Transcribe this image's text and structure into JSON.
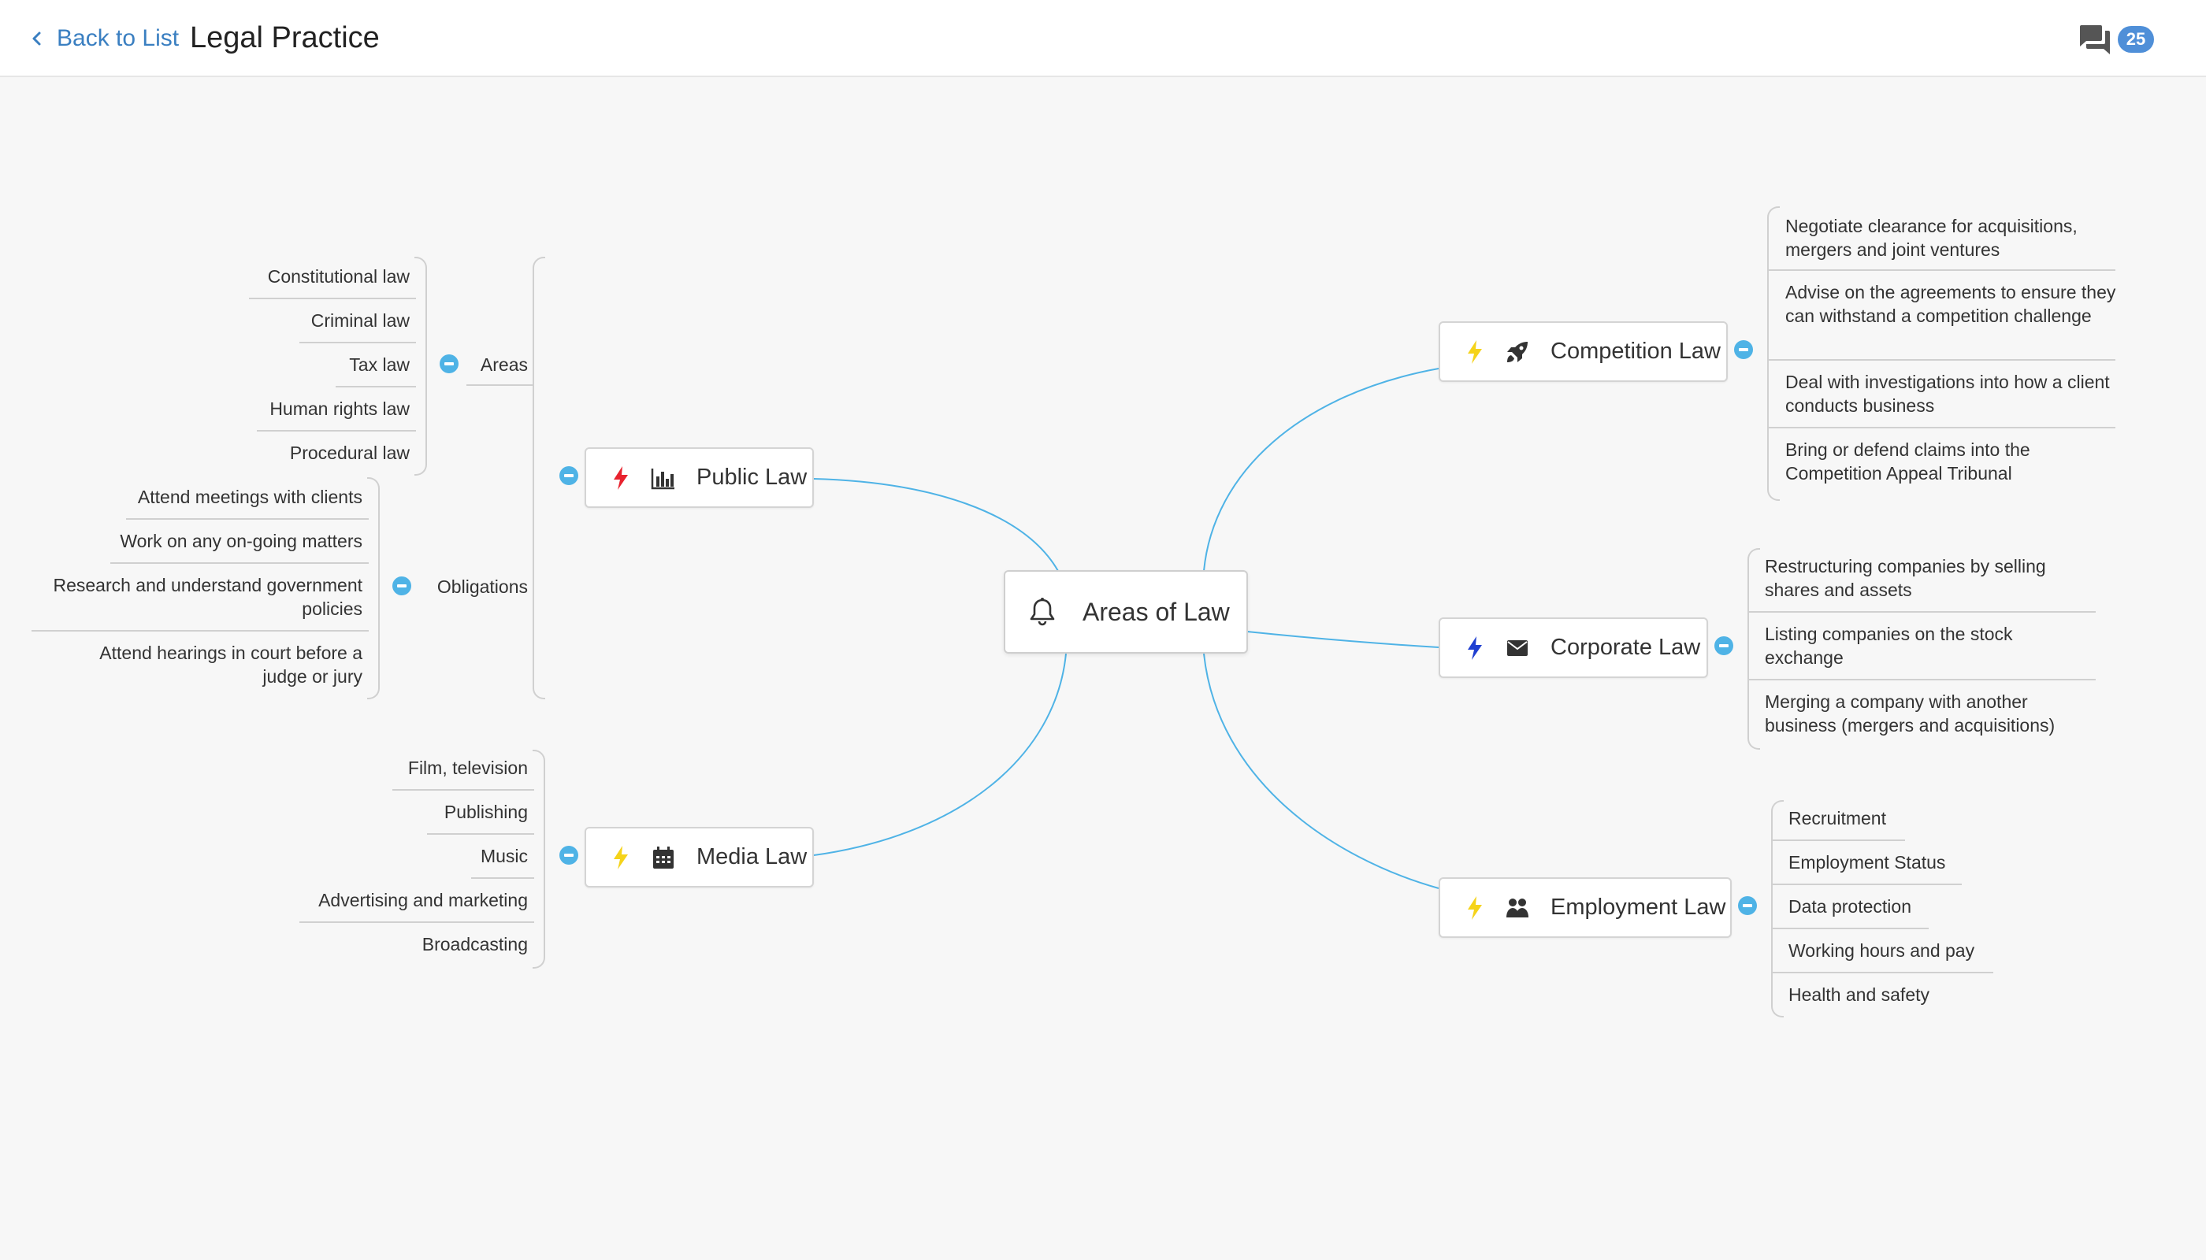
{
  "header": {
    "back_label": "Back to List",
    "title": "Legal Practice",
    "comment_count": "25"
  },
  "root": {
    "label": "Areas of Law",
    "icon": "bell-icon"
  },
  "colors": {
    "connector": "#4fb3e6",
    "toggle": "#4fb3e6",
    "bolt_red": "#e8222e",
    "bolt_yellow": "#f5d31a",
    "bolt_blue": "#1f3fd1",
    "badge": "#4f8fd8",
    "link": "#3a7fc1"
  },
  "branches": {
    "public_law": {
      "label": "Public Law",
      "icon": "bar-chart-icon",
      "bolt_color": "red",
      "areas": {
        "label": "Areas",
        "items": [
          "Constitutional law",
          "Criminal law",
          "Tax law",
          "Human rights law",
          "Procedural law"
        ]
      },
      "obligations": {
        "label": "Obligations",
        "items": [
          "Attend meetings with clients",
          "Work on any on-going matters",
          "Research and understand government policies",
          "Attend hearings in court before a judge or jury"
        ]
      }
    },
    "media_law": {
      "label": "Media Law",
      "icon": "calendar-icon",
      "bolt_color": "yellow",
      "items": [
        "Film, television",
        "Publishing",
        "Music",
        "Advertising and marketing",
        "Broadcasting"
      ]
    },
    "competition_law": {
      "label": "Competition Law",
      "icon": "rocket-icon",
      "bolt_color": "yellow",
      "items": [
        "Negotiate clearance for acquisitions, mergers and joint ventures",
        "Advise on the agreements to ensure they can withstand a competition challenge",
        "Deal with investigations into how a client conducts business",
        "Bring or defend claims into the Competition Appeal Tribunal"
      ]
    },
    "corporate_law": {
      "label": "Corporate Law",
      "icon": "envelope-icon",
      "bolt_color": "blue",
      "items": [
        "Restructuring companies by selling shares and assets",
        "Listing companies on the stock exchange",
        "Merging a company with another business (mergers and acquisitions)"
      ]
    },
    "employment_law": {
      "label": "Employment Law",
      "icon": "users-icon",
      "bolt_color": "yellow",
      "items": [
        "Recruitment",
        "Employment Status",
        "Data protection",
        "Working hours and pay",
        "Health and safety"
      ]
    }
  }
}
